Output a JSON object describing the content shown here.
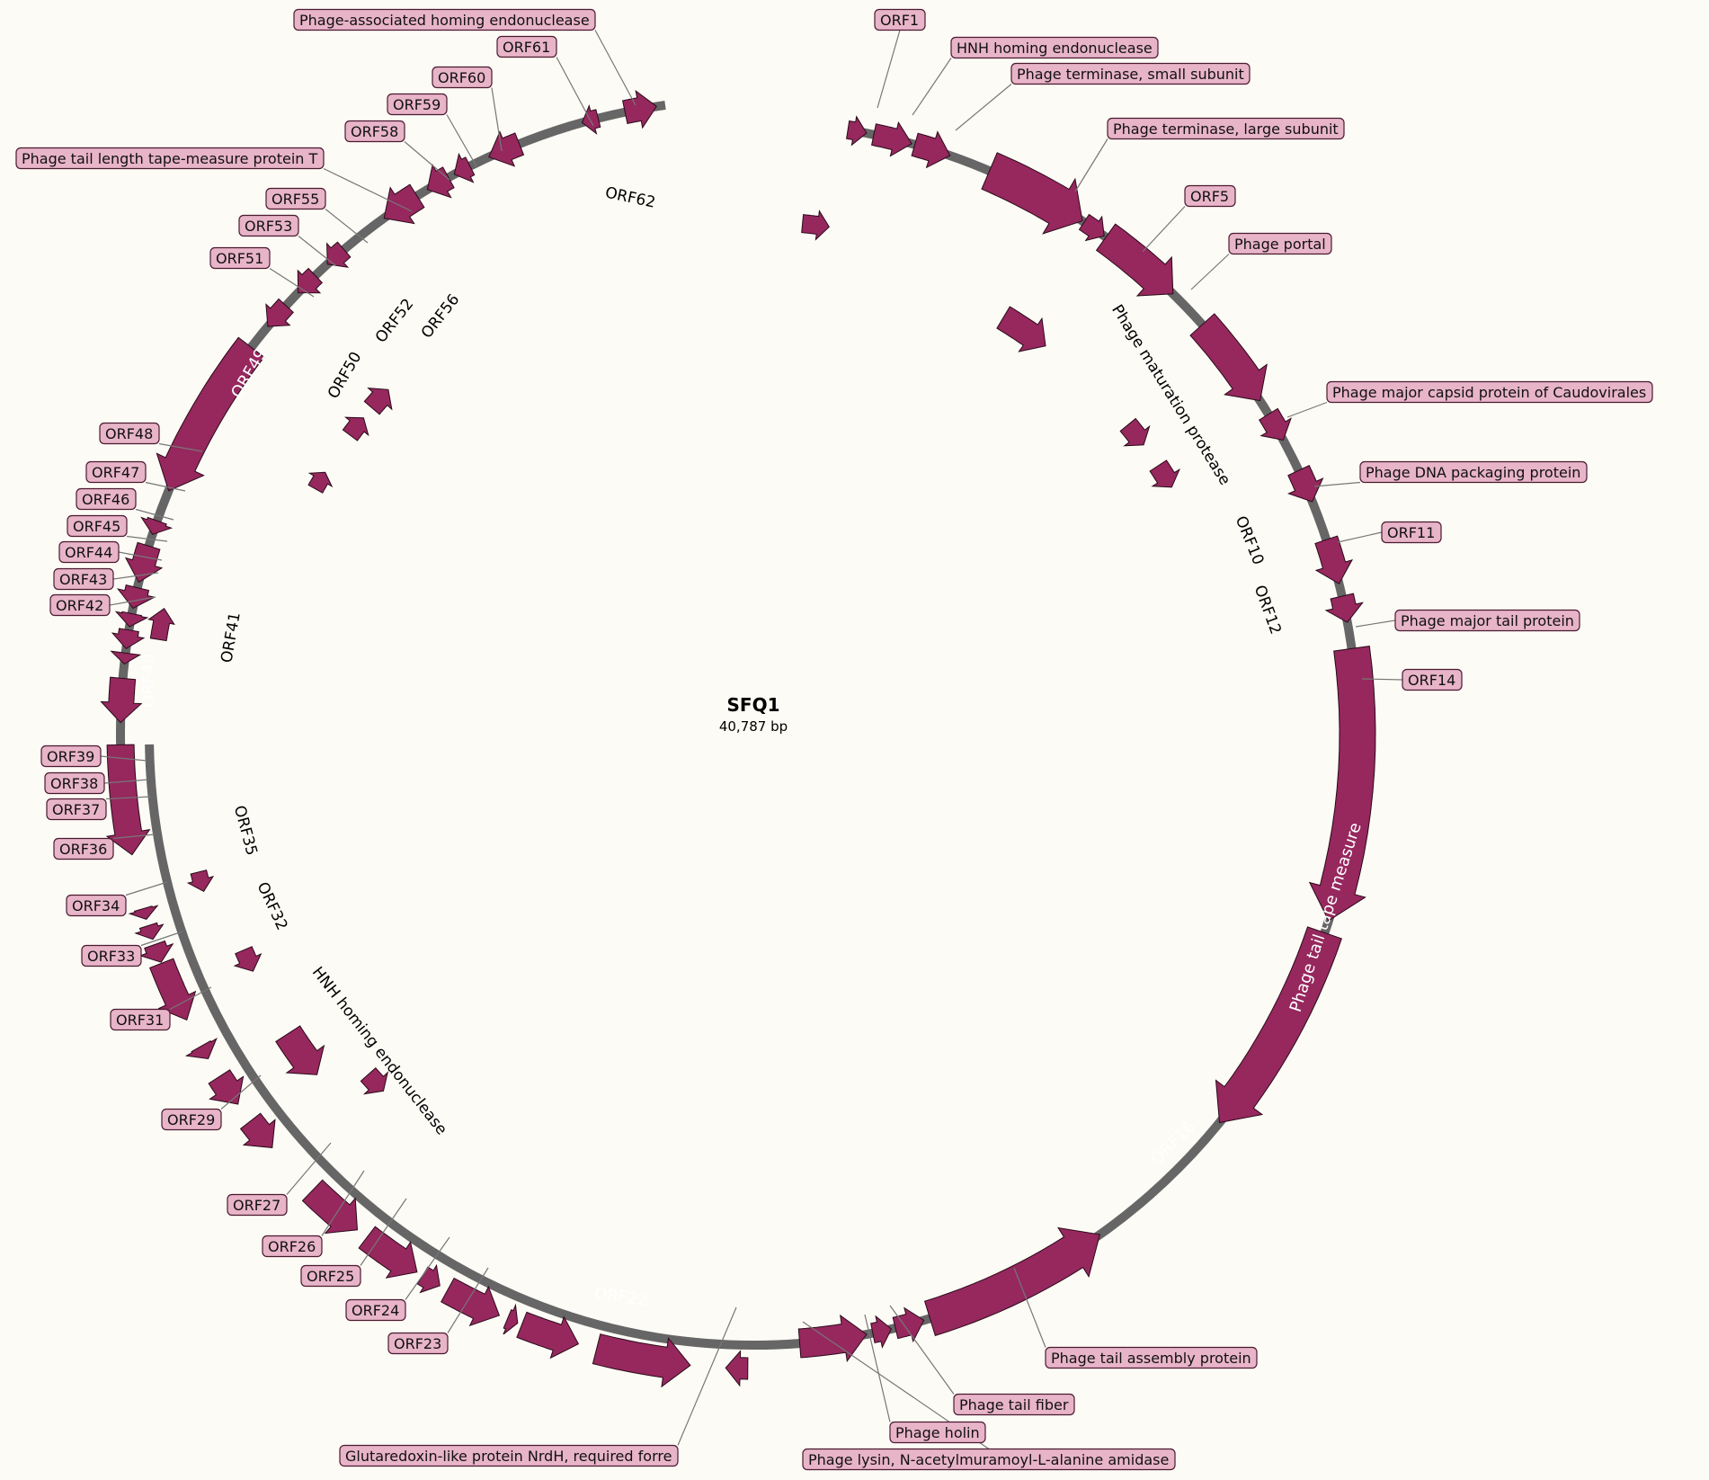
{
  "genome": {
    "name": "SFQ1",
    "length_label": "40,787 bp"
  },
  "colors": {
    "gene": "#96285e",
    "backbone": "#666666",
    "label_bg": "#e8b4c8",
    "background": "#fdfbf5"
  },
  "callouts": {
    "c_phage_homing": "Phage-associated homing endonuclease",
    "c_orf61": "ORF61",
    "c_orf60": "ORF60",
    "c_orf59": "ORF59",
    "c_orf58": "ORF58",
    "c_tape_t": "Phage tail length tape-measure protein T",
    "c_orf55": "ORF55",
    "c_orf53": "ORF53",
    "c_orf51": "ORF51",
    "c_orf48": "ORF48",
    "c_orf47": "ORF47",
    "c_orf46": "ORF46",
    "c_orf45": "ORF45",
    "c_orf44": "ORF44",
    "c_orf43": "ORF43",
    "c_orf42": "ORF42",
    "c_orf39": "ORF39",
    "c_orf38": "ORF38",
    "c_orf37": "ORF37",
    "c_orf36": "ORF36",
    "c_orf34": "ORF34",
    "c_orf33": "ORF33",
    "c_orf31": "ORF31",
    "c_orf29": "ORF29",
    "c_orf27": "ORF27",
    "c_orf26": "ORF26",
    "c_orf25": "ORF25",
    "c_orf24": "ORF24",
    "c_orf23": "ORF23",
    "c_glutaredoxin": "Glutaredoxin-like protein NrdH, required forre",
    "c_lysin": "Phage lysin, N-acetylmuramoyl-L-alanine amidase",
    "c_holin": "Phage holin",
    "c_tail_fiber": "Phage tail fiber",
    "c_tail_assembly": "Phage tail assembly protein",
    "c_orf14": "ORF14",
    "c_major_tail": "Phage major tail protein",
    "c_orf11": "ORF11",
    "c_dna_packaging": "Phage DNA packaging protein",
    "c_major_capsid": "Phage major capsid protein of Caudovirales",
    "c_portal": "Phage portal",
    "c_orf5": "ORF5",
    "c_term_large": "Phage terminase, large subunit",
    "c_term_small": "Phage terminase, small subunit",
    "c_hnh_outer": "HNH homing endonuclease",
    "c_orf1": "ORF1"
  },
  "inner_labels": {
    "i_orf62": "ORF62",
    "i_orf56": "ORF56",
    "i_orf52": "ORF52",
    "i_orf50": "ORF50",
    "i_orf41": "ORF41",
    "i_orf35": "ORF35",
    "i_orf32": "ORF32",
    "i_hnh_inner": "HNH homing endonuclease",
    "i_maturation": "Phage maturation protease",
    "i_orf10": "ORF10",
    "i_orf12": "ORF12"
  },
  "arrow_labels": {
    "a_orf49": "ORF49",
    "a_orf40": "ORF40",
    "a_orf22": "ORF22",
    "a_orf16": "ORF16",
    "a_tape": "Phage tail tape measure"
  }
}
